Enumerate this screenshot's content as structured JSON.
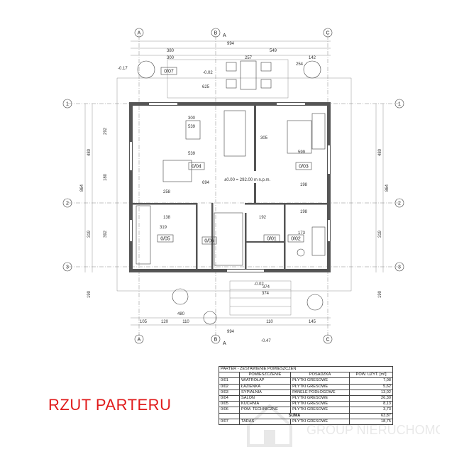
{
  "title": "RZUT PARTERU",
  "grid_labels": {
    "columns": [
      "A",
      "B",
      "C"
    ],
    "rows": [
      "1",
      "2",
      "3"
    ]
  },
  "section_marks": [
    "A",
    "A"
  ],
  "dimensions": {
    "top_overall": "994",
    "top_row1": [
      "380",
      "549"
    ],
    "top_row2": [
      "300",
      "257",
      "142"
    ],
    "top_row3": [
      "625",
      "254"
    ],
    "bottom_overall": "994",
    "bottom_row1": [
      "480",
      "374"
    ],
    "bottom_row2": [
      "105",
      "120",
      "110",
      "110",
      "145"
    ],
    "left_overall": "864",
    "left_parts": [
      "480",
      "319",
      "190",
      "292",
      "180",
      "392"
    ],
    "right_overall": "864",
    "right_parts": [
      "480",
      "319",
      "190"
    ],
    "interior": [
      "300",
      "539",
      "539",
      "258",
      "138",
      "319",
      "694",
      "305",
      "599",
      "198",
      "198",
      "173",
      "192",
      "374"
    ],
    "levels": [
      "-0.17",
      "-0.02",
      "±0.00 = 292.00 m n.p.m.",
      "-0.02",
      "-0.47"
    ]
  },
  "room_labels": [
    "0/07",
    "0/04",
    "0/03",
    "0/05",
    "0/06",
    "0/02",
    "0/01"
  ],
  "rooms_table": {
    "caption": "PARTER - ZESTAWIENIE POMIESZCZEŃ",
    "headers": [
      "",
      "POMIESZCZENIE",
      "POSADZKA",
      "POW. UŻYT. [m²]"
    ],
    "rows": [
      {
        "no": "0/01",
        "name": "WIATROŁAP",
        "floor": "PŁYTKI GRESOWE",
        "area": "7,08"
      },
      {
        "no": "0/02",
        "name": "ŁAZIENKA",
        "floor": "PŁYTKI GRESOWE",
        "area": "5,62"
      },
      {
        "no": "0/03",
        "name": "SYPIALNIA",
        "floor": "PANELE PODŁOGOWE",
        "area": "13,02"
      },
      {
        "no": "0/04",
        "name": "SALON",
        "floor": "PŁYTKI GRESOWE",
        "area": "26,30"
      },
      {
        "no": "0/05",
        "name": "KUCHNIA",
        "floor": "PŁYTKI GRESOWE",
        "area": "8,13"
      },
      {
        "no": "0/06",
        "name": "POM. TECHNICZNE",
        "floor": "PŁYTKI GRESOWE",
        "area": "3,73"
      }
    ],
    "sum_label": "SUMA",
    "sum_value": "63,87",
    "extra_row": {
      "no": "0/07",
      "name": "TARAS",
      "floor": "PŁYTKI GRESOWE",
      "area": "18,75"
    }
  },
  "watermark": "GROUP NIERUCHOMOŚCI"
}
